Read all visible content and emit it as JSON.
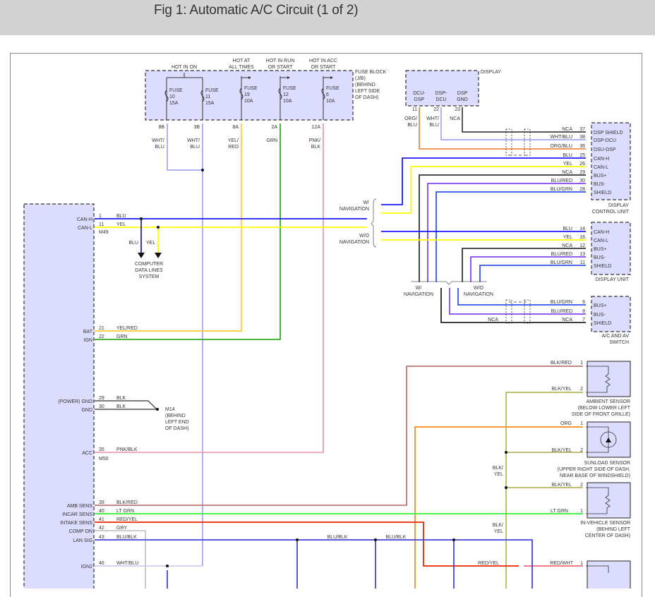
{
  "header": {
    "title": "Fig 1: Automatic A/C Circuit (1 of 2)"
  },
  "fuse_block": {
    "title": [
      "FUSE BLOCK",
      "(J/B)",
      "(BEHIND",
      "LEFT SIDE",
      "OF DASH)"
    ],
    "supply_labels": {
      "hot_in_on": "HOT IN ON",
      "hot_at_all_times": [
        "HOT AT",
        "ALL TIMES"
      ],
      "hot_in_run": [
        "HOT IN RUN",
        "OR START"
      ],
      "hot_in_acc": [
        "HOT IN ACC",
        "OR START"
      ]
    },
    "fuses": [
      {
        "label": "FUSE",
        "number": "10",
        "rating": "15A",
        "pin": "8B",
        "wire": [
          "WHT/",
          "BLU"
        ]
      },
      {
        "label": "FUSE",
        "number": "11",
        "rating": "15A",
        "pin": "3B",
        "wire": [
          "WHT/",
          "BLU"
        ]
      },
      {
        "label": "FUSE",
        "number": "19",
        "rating": "10A",
        "pin": "8A",
        "wire": [
          "YEL/",
          "RED"
        ]
      },
      {
        "label": "FUSE",
        "number": "12",
        "rating": "10A",
        "pin": "2A",
        "wire": [
          "GRN"
        ]
      },
      {
        "label": "FUSE",
        "number": "6",
        "rating": "10A",
        "pin": "12A",
        "wire": [
          "PNK/",
          "BLK"
        ]
      }
    ]
  },
  "display": {
    "title": "DISPLAY",
    "pins": [
      {
        "name": [
          "DCU-",
          "DSP"
        ],
        "pin": "11",
        "wire": [
          "ORG/",
          "BLU"
        ]
      },
      {
        "name": [
          "DSP-",
          "DCU"
        ],
        "pin": "22",
        "wire": [
          "WHT/",
          "BLU"
        ]
      },
      {
        "name": [
          "DSP",
          "GND"
        ],
        "pin": "23",
        "wire": [
          "NCA"
        ]
      }
    ]
  },
  "display_control_unit": {
    "title": [
      "DISPLAY",
      "CONTROL UNIT"
    ],
    "pins": [
      {
        "wire": "NCA",
        "pin": "37",
        "name": "DSP SHIELD"
      },
      {
        "wire": "WHT/BLU",
        "pin": "38",
        "name": "DSP-DCU"
      },
      {
        "wire": "ORG/BLU",
        "pin": "36",
        "name": "DSU-DSP"
      },
      {
        "wire": "BLU",
        "pin": "25",
        "name": "CAN-H"
      },
      {
        "wire": "YEL",
        "pin": "26",
        "name": "CAN-L"
      },
      {
        "wire": "NCA",
        "pin": "29",
        "name": "BUS+"
      },
      {
        "wire": "BLU/RED",
        "pin": "30",
        "name": "BUS-"
      },
      {
        "wire": "BLU/GRN",
        "pin": "28",
        "name": "SHIELD"
      }
    ]
  },
  "display_unit": {
    "title": "DISPLAY UNIT",
    "pins": [
      {
        "wire": "BLU",
        "pin": "14",
        "name": "CAN-H"
      },
      {
        "wire": "YEL",
        "pin": "16",
        "name": "CAN-L"
      },
      {
        "wire": "NCA",
        "pin": "12",
        "name": "BUS+"
      },
      {
        "wire": "BLU/RED",
        "pin": "13",
        "name": "BUS-"
      },
      {
        "wire": "BLU/GRN",
        "pin": "11",
        "name": "SHIELD"
      }
    ]
  },
  "ac_av_switch": {
    "title": [
      "A/C AND AV",
      "SWITCH"
    ],
    "pins": [
      {
        "wire": "BLU/GRN",
        "pin": "6",
        "name": "BUS+"
      },
      {
        "wire": "BLU/RED",
        "pin": "8",
        "name": "BUS-"
      },
      {
        "wire": "NCA",
        "pin": "7",
        "name": "SHIELD"
      }
    ],
    "extra_wire": "NCA"
  },
  "navigation_labels": {
    "with_nav": [
      "W/",
      "NAVIGATION"
    ],
    "without_nav": [
      "W/O",
      "NAVIGATION"
    ]
  },
  "ac_control_module": {
    "connectors": [
      "M49",
      "M50"
    ],
    "pins": [
      {
        "name": "CAN-H",
        "pin": "1",
        "wire": "BLU"
      },
      {
        "name": "CAN-L",
        "pin": "11",
        "wire": "YEL"
      },
      {
        "name": "BAT",
        "pin": "21",
        "wire": "YEL/RED"
      },
      {
        "name": "IGN",
        "pin": "22",
        "wire": "GRN"
      },
      {
        "name": "(POWER) GND",
        "pin": "29",
        "wire": "BLK"
      },
      {
        "name": "GND",
        "pin": "30",
        "wire": "BLK"
      },
      {
        "name": "ACC",
        "pin": "35",
        "wire": "PNK/BLK"
      },
      {
        "name": "AMB SENS",
        "pin": "39",
        "wire": "BLK/RED"
      },
      {
        "name": "INCAR SENS",
        "pin": "40",
        "wire": "LT GRN"
      },
      {
        "name": "INTAKE SENS",
        "pin": "41",
        "wire": "RED/YEL"
      },
      {
        "name": "COMP ON",
        "pin": "42",
        "wire": "GRY"
      },
      {
        "name": "LAN SIG",
        "pin": "43",
        "wire": "BLU/BLK"
      },
      {
        "name": "IGN2",
        "pin": "46",
        "wire": "WHT/BLU"
      }
    ]
  },
  "data_lines": {
    "wires": [
      "BLU",
      "YEL"
    ],
    "label": [
      "COMPUTER",
      "DATA LINES",
      "SYSTEM"
    ]
  },
  "ground": {
    "label": [
      "M14",
      "(BEHIND",
      "LEFT END",
      "OF DASH)"
    ]
  },
  "sensors": {
    "ambient": {
      "title": [
        "AMBIENT SENSOR",
        "(BELOW LOWER LEFT",
        "SIDE OF FRONT GRILLE)"
      ],
      "pins": [
        {
          "wire": "BLK/RED",
          "pin": "1"
        },
        {
          "wire": "BLK/YEL",
          "pin": "2"
        }
      ]
    },
    "sunload": {
      "title": [
        "SUNLOAD SENSOR",
        "(UPPER RIGHT SIDE OF DASH,",
        "NEAR BASE OF WINDSHIELD)"
      ],
      "pins": [
        {
          "wire": "ORG",
          "pin": "1"
        },
        {
          "wire": "BLK/YEL",
          "pin": "2"
        }
      ]
    },
    "in_vehicle": {
      "title": [
        "IN-VEHICLE SENSOR",
        "(BEHIND LEFT",
        "CENTER OF DASH)"
      ],
      "pins": [
        {
          "wire": "BLK/YEL",
          "pin": "2"
        },
        {
          "wire": "LT GRN",
          "pin": "1"
        }
      ]
    },
    "intake": {
      "pins": [
        {
          "wire": "RED/WHT",
          "pin": "1"
        }
      ],
      "inline_wire": "RED/YEL"
    }
  },
  "bus_labels": {
    "blk_yel": [
      "BLK/",
      "YEL"
    ],
    "blu_blk": "BLU/BLK"
  },
  "wire_colors": {
    "blu": "#1a1aff",
    "yel": "#ffff00",
    "grn": "#33aa22",
    "ltgrn": "#33ee33",
    "org": "#ff8c1a",
    "red": "#ee2200",
    "pnk": "#e8a0b0",
    "blk": "#222222",
    "wht_blu": "#9999ee",
    "gry": "#bbbbbb",
    "component_fill": "#dcdcff"
  }
}
